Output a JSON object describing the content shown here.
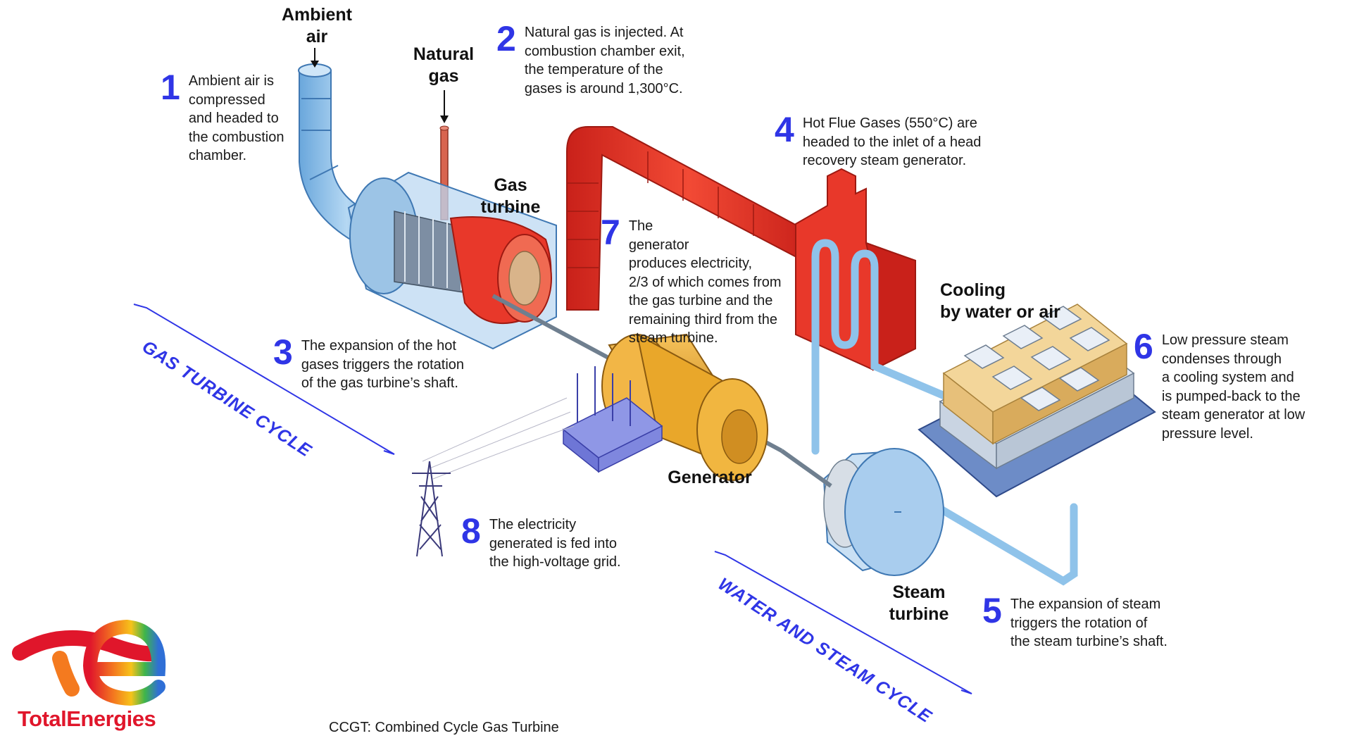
{
  "labels": {
    "ambient_air": "Ambient\nair",
    "natural_gas": "Natural\ngas",
    "gas_turbine": "Gas\nturbine",
    "cooling": "Cooling\nby water or air",
    "generator": "Generator",
    "steam_turbine": "Steam\nturbine"
  },
  "steps": [
    {
      "num": "1",
      "text": "Ambient air is\ncompressed\nand headed to\nthe combustion\nchamber."
    },
    {
      "num": "2",
      "text": "Natural gas is injected. At\ncombustion chamber exit,\nthe temperature of the\ngases is around 1,300°C."
    },
    {
      "num": "3",
      "text": "The expansion of the hot\ngases triggers the rotation\nof the gas turbine’s shaft."
    },
    {
      "num": "4",
      "text": "Hot Flue Gases (550°C) are\nheaded to the inlet of a head\nrecovery steam generator."
    },
    {
      "num": "5",
      "text": "The expansion of steam\ntriggers the rotation of\nthe steam turbine’s shaft."
    },
    {
      "num": "6",
      "text": "Low pressure steam\ncondenses through\na cooling system and\nis pumped-back to the\nsteam generator at low\npressure level."
    },
    {
      "num": "7",
      "text": "The\ngenerator\nproduces electricity,\n2/3 of which comes from\nthe gas turbine and the\nremaining third from the\n               steam turbine."
    },
    {
      "num": "8",
      "text": "The electricity\ngenerated is fed into\nthe high-voltage grid."
    }
  ],
  "cycles": {
    "gas": "GAS TURBINE CYCLE",
    "water": "WATER AND STEAM CYCLE"
  },
  "brand": "TotalEnergies",
  "caption": "CCGT: Combined Cycle Gas Turbine",
  "colors": {
    "accent_blue": "#2f35e6",
    "hot_red": "#e8382a",
    "cool_blue": "#8fc3ea",
    "generator_yellow": "#e9a72a",
    "brand_red": "#e0162b"
  }
}
